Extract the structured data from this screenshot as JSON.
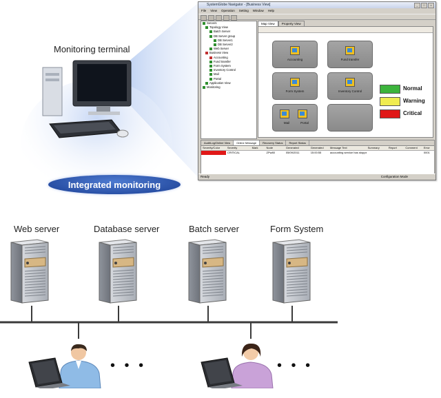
{
  "labels": {
    "monitoring_terminal": "Monitoring terminal",
    "integrated_monitoring": "Integrated monitoring",
    "dots": "• • •"
  },
  "servers": [
    {
      "label": "Web server"
    },
    {
      "label": "Database server"
    },
    {
      "label": "Batch server"
    },
    {
      "label": "Form System"
    }
  ],
  "window": {
    "title": "SystemGlobe Navigator - [Business View]",
    "menus": [
      "File",
      "View",
      "Operation",
      "Setting",
      "Window",
      "Help"
    ],
    "tree": [
      "Servers",
      "Topology View",
      "Batch Server",
      "DB Server group",
      "DB Server1",
      "DB Server2",
      "Web Server",
      "Business View",
      "Accounting",
      "Fund transfer",
      "Form System",
      "Inventory Control",
      "Mail",
      "Portal",
      "Application View",
      "Monitoring"
    ],
    "tabs": [
      "Map View",
      "Property View"
    ],
    "nodes": [
      "Accounting",
      "Fund transfer",
      "Form System",
      "Inventory Control",
      "Mail",
      "Portal"
    ],
    "legend": [
      {
        "label": "Normal",
        "color": "#3cb43c"
      },
      {
        "label": "Warning",
        "color": "#f0ec50"
      },
      {
        "label": "Critical",
        "color": "#e01818"
      }
    ],
    "status_tabs": [
      "AuditLog/Online View",
      "Online Message",
      "Recovery Status",
      "Report Status"
    ],
    "status_headers": [
      "Severity/Color",
      "Severity",
      "Mark",
      "Node",
      "Generated",
      "Generated",
      "Message Text",
      "Summary",
      "Report",
      "Comment",
      "Error"
    ],
    "status_row": [
      "",
      "CRITICAL",
      "",
      "ZPw80",
      "05/09/2011",
      "15:00:55",
      "accounting service has stopped",
      "",
      "",
      "",
      "0001"
    ],
    "statusbar_left": "Ready",
    "statusbar_right": "Configuration Mode"
  },
  "colors": {
    "accent": "#1b3f94",
    "network_line": "#3a3a3a"
  },
  "icons": [
    "desktop-computer-icon",
    "server-tower-icon",
    "laptop-user-icon"
  ]
}
